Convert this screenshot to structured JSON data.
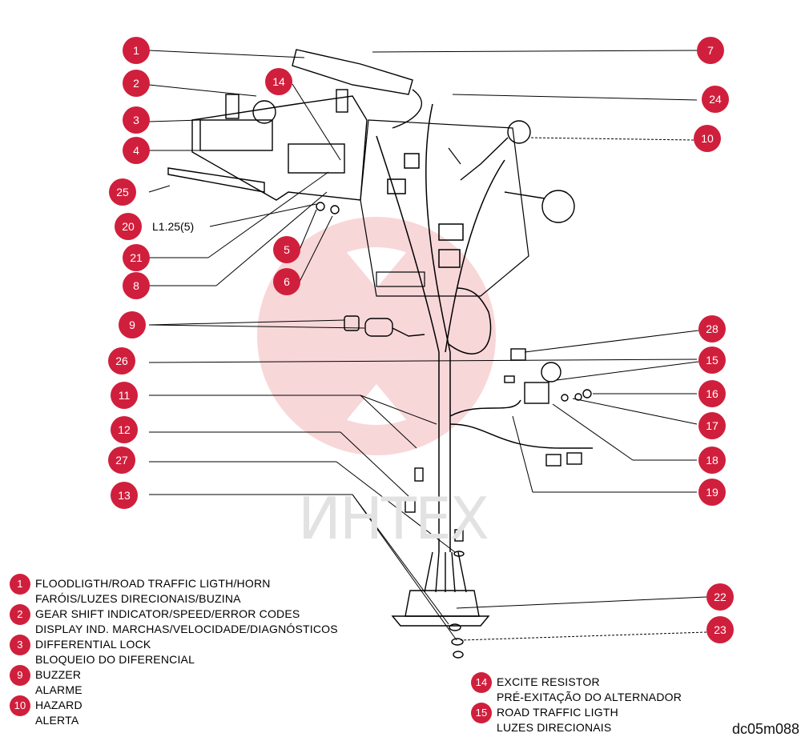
{
  "colors": {
    "accent": "#d01f3c",
    "line": "#000000",
    "watermark": "#f3c9cb"
  },
  "watermark_text": "ИНТЕХ",
  "diagram_code": "dc05m088",
  "harness_label": "L1.25(5)",
  "callouts": [
    "1",
    "2",
    "3",
    "4",
    "25",
    "20",
    "21",
    "8",
    "5",
    "6",
    "14",
    "7",
    "24",
    "10",
    "9",
    "26",
    "11",
    "12",
    "27",
    "13",
    "28",
    "15",
    "16",
    "17",
    "18",
    "19",
    "22",
    "23"
  ],
  "legend_left": [
    {
      "num": "1",
      "en": "FLOODLIGTH/ROAD TRAFFIC LIGTH/HORN",
      "pt": "FARÓIS/LUZES DIRECIONAIS/BUZINA"
    },
    {
      "num": "2",
      "en": "GEAR SHIFT INDICATOR/SPEED/ERROR CODES",
      "pt": "DISPLAY IND. MARCHAS/VELOCIDADE/DIAGNÓSTICOS"
    },
    {
      "num": "3",
      "en": "DIFFERENTIAL LOCK",
      "pt": "BLOQUEIO DO DIFERENCIAL"
    },
    {
      "num": "9",
      "en": "BUZZER",
      "pt": "ALARME"
    },
    {
      "num": "10",
      "en": "HAZARD",
      "pt": "ALERTA"
    }
  ],
  "legend_right": [
    {
      "num": "14",
      "en": "EXCITE RESISTOR",
      "pt": "PRÉ-EXITAÇÃO DO ALTERNADOR"
    },
    {
      "num": "15",
      "en": "ROAD TRAFFIC LIGTH",
      "pt": "LUZES DIRECIONAIS"
    }
  ]
}
